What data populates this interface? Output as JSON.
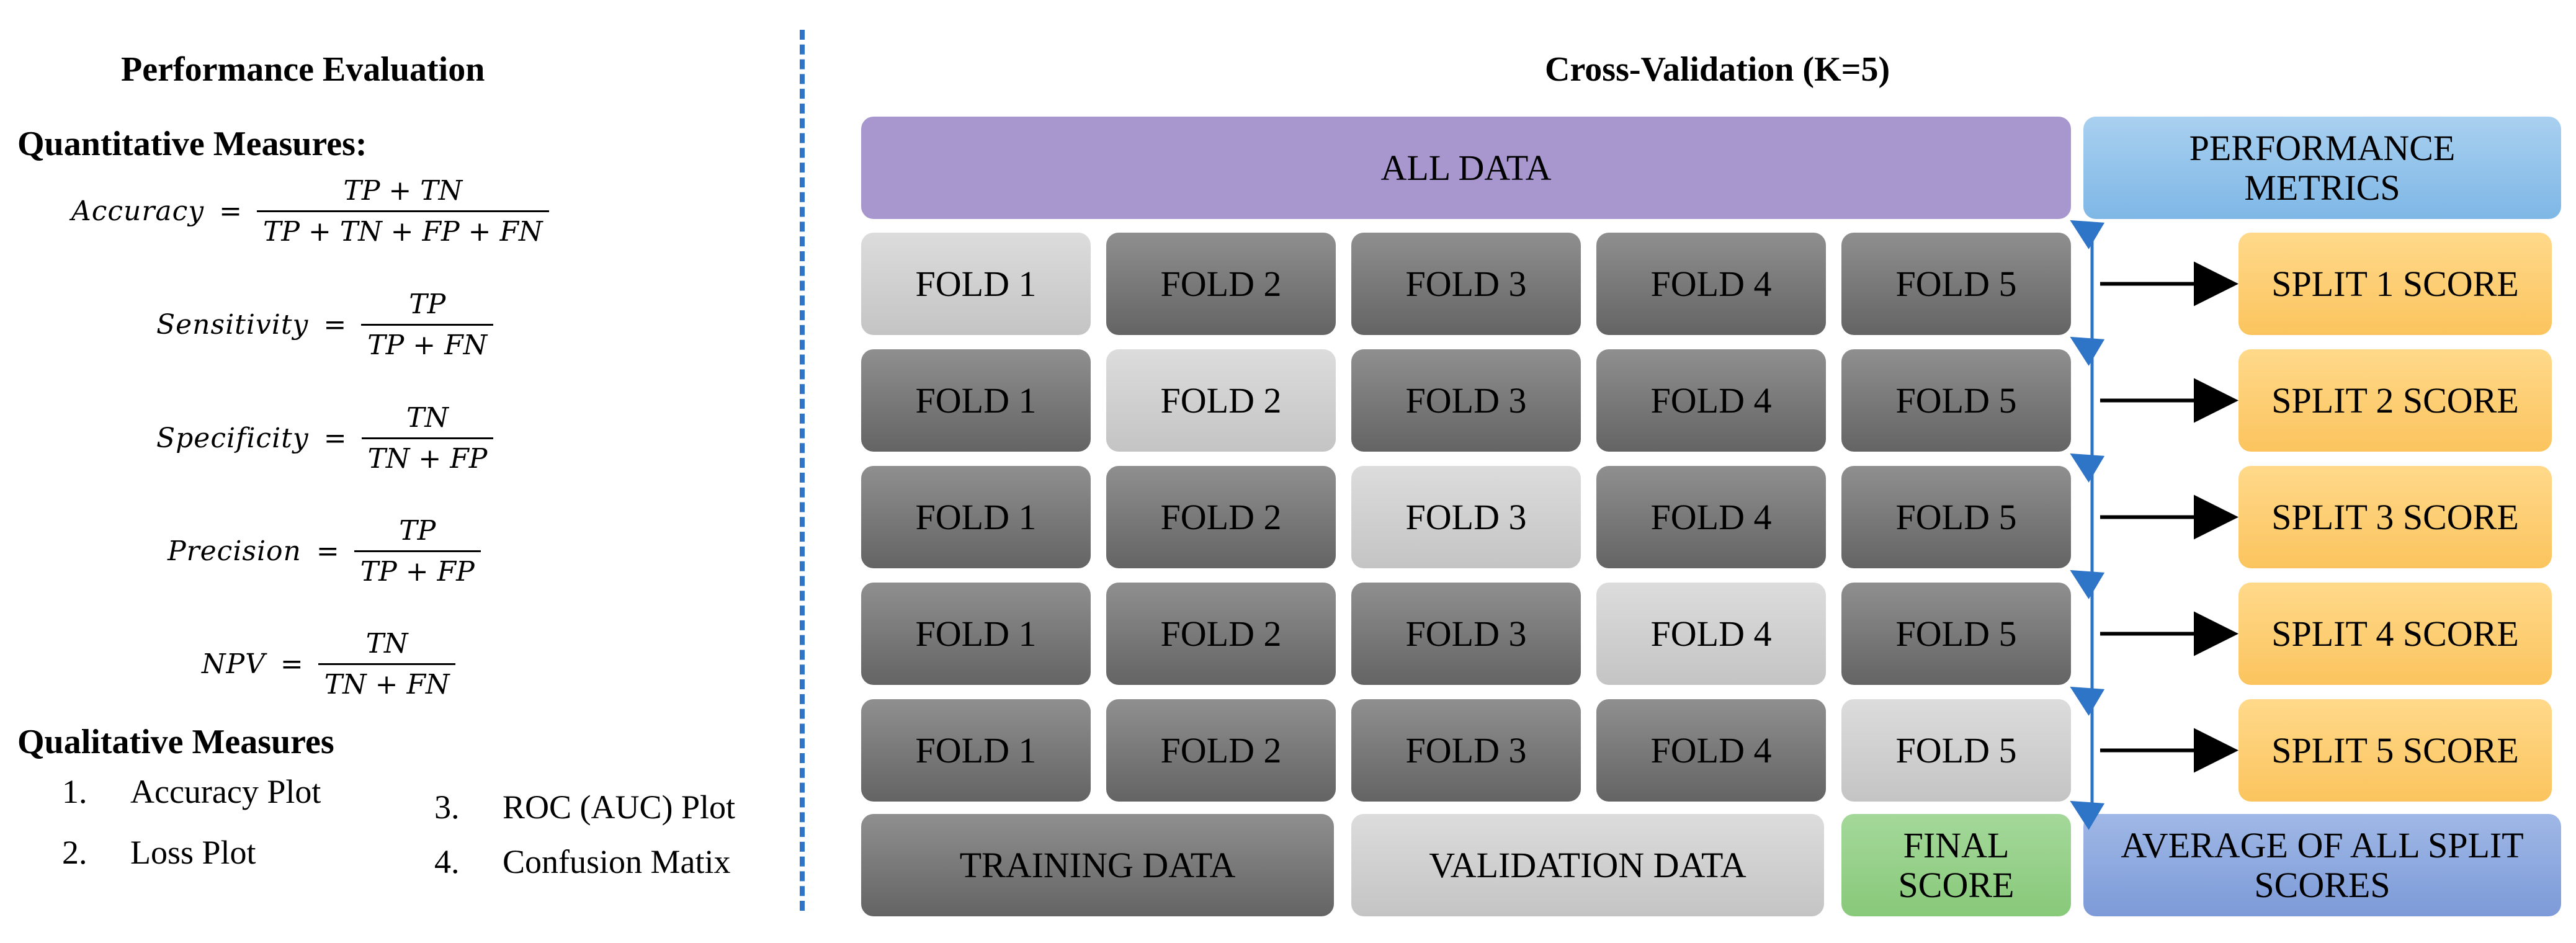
{
  "left": {
    "title": "Performance Evaluation",
    "quant_heading": "Quantitative Measures:",
    "equations": [
      {
        "name": "Accuracy",
        "eq": "=",
        "num": "TP + TN",
        "den": "TP + TN + FP + FN"
      },
      {
        "name": "Sensitivity",
        "eq": "=",
        "num": "TP",
        "den": "TP + FN"
      },
      {
        "name": "Specificity",
        "eq": "=",
        "num": "TN",
        "den": "TN + FP"
      },
      {
        "name": "Precision",
        "eq": "=",
        "num": "TP",
        "den": "TP + FP"
      },
      {
        "name": "NPV",
        "eq": "=",
        "num": "TN",
        "den": "TN + FN"
      }
    ],
    "qual_heading": "Qualitative Measures",
    "qual_items": [
      {
        "num": "1.",
        "label": "Accuracy Plot"
      },
      {
        "num": "2.",
        "label": "Loss Plot"
      },
      {
        "num": "3.",
        "label": "ROC (AUC) Plot"
      },
      {
        "num": "4.",
        "label": "Confusion Matix"
      }
    ]
  },
  "right": {
    "title": "Cross-Validation (K=5)",
    "all_data": "ALL DATA",
    "performance_metrics": [
      "PERFORMANCE",
      "METRICS"
    ],
    "fold_labels": [
      "FOLD 1",
      "FOLD 2",
      "FOLD 3",
      "FOLD 4",
      "FOLD 5"
    ],
    "split_scores": [
      "SPLIT 1 SCORE",
      "SPLIT 2 SCORE",
      "SPLIT 3 SCORE",
      "SPLIT 4 SCORE",
      "SPLIT 5 SCORE"
    ],
    "legend_training": "TRAINING DATA",
    "legend_validation": "VALIDATION DATA",
    "final_score": [
      "FINAL",
      "SCORE"
    ],
    "average": [
      "AVERAGE OF ALL SPLIT",
      "SCORES"
    ]
  },
  "colors": {
    "divider": "#2e75c8",
    "arrow_blue": "#2e75c8",
    "purple": "#a896cf",
    "gold": "#fbc45e",
    "green": "#88c97a",
    "blue": "#7eb7e6"
  }
}
